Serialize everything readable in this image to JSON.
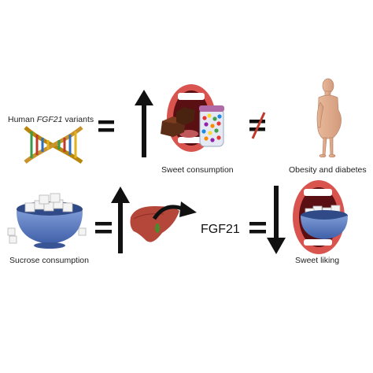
{
  "labels": {
    "human_prefix": "Human ",
    "human_gene": "FGF21",
    "human_suffix": " variants",
    "sweet_consumption": "Sweet consumption",
    "obesity": "Obesity and diabetes",
    "sucrose_consumption": "Sucrose consumption",
    "fgf21": "FGF21",
    "sweet_liking": "Sweet liking"
  },
  "icons": [
    "dna-icon",
    "mouth-eating-sweets-icon",
    "obese-person-icon",
    "sugar-bowl-icon",
    "liver-icon",
    "mouth-sugar-bowl-icon"
  ],
  "colors": {
    "arrow": "#111111",
    "not_equal_slash": "#c0392b",
    "liver": "#b5463a",
    "bowl": "#5b7fc4",
    "lips": "#d9534f"
  }
}
